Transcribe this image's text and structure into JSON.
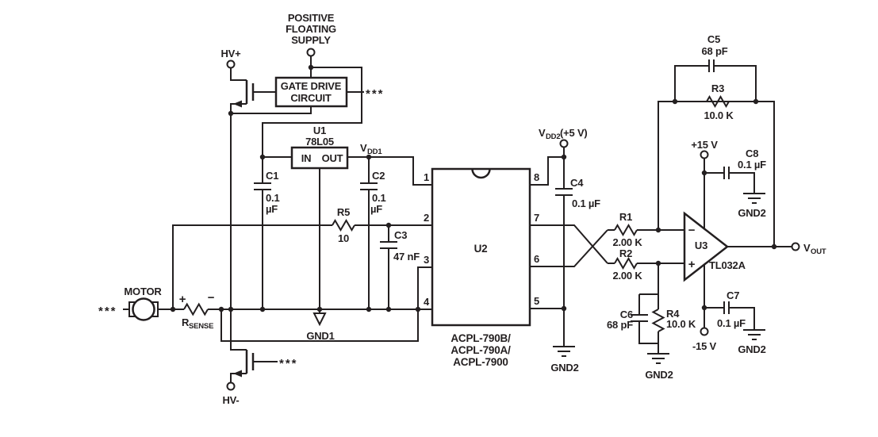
{
  "colors": {
    "ink": "#231f20",
    "background": "#ffffff"
  },
  "supply": {
    "line1": "POSITIVE",
    "line2": "FLOATING",
    "line3": "SUPPLY",
    "hv_plus": "HV+",
    "hv_minus": "HV-",
    "plus15": "+15 V",
    "minus15": "-15 V"
  },
  "rails": {
    "vdd1_base": "V",
    "vdd1_sub": "DD1",
    "vdd2_base": "V",
    "vdd2_sub": "DD2",
    "vdd2_note": "(+5 V)",
    "gnd1": "GND1",
    "gnd2": "GND2"
  },
  "gate_drive": {
    "line1": "GATE DRIVE",
    "line2": "CIRCUIT"
  },
  "u1": {
    "ref": "U1",
    "part": "78L05",
    "pin_in": "IN",
    "pin_out": "OUT"
  },
  "u2": {
    "ref": "U2",
    "part1": "ACPL-790B/",
    "part2": "ACPL-790A/",
    "part3": "ACPL-7900",
    "pin1": "1",
    "pin2": "2",
    "pin3": "3",
    "pin4": "4",
    "pin5": "5",
    "pin6": "6",
    "pin7": "7",
    "pin8": "8"
  },
  "u3": {
    "ref": "U3",
    "part": "TL032A",
    "inv": "−",
    "noninv": "+"
  },
  "caps": {
    "c1_ref": "C1",
    "c1_v1": "0.1",
    "c1_v2": "µF",
    "c2_ref": "C2",
    "c2_v1": "0.1",
    "c2_v2": "µF",
    "c3_ref": "C3",
    "c3_val": "47 nF",
    "c4_ref": "C4",
    "c4_val": "0.1 µF",
    "c5_ref": "C5",
    "c5_val": "68 pF",
    "c6_ref": "C6",
    "c6_val": "68 pF",
    "c7_ref": "C7",
    "c7_val": "0.1 µF",
    "c8_ref": "C8",
    "c8_val": "0.1 µF"
  },
  "res": {
    "r1_ref": "R1",
    "r1_val": "2.00 K",
    "r2_ref": "R2",
    "r2_val": "2.00 K",
    "r3_ref": "R3",
    "r3_val": "10.0 K",
    "r4_ref": "R4",
    "r4_val": "10.0 K",
    "r5_ref": "R5",
    "r5_val": "10",
    "rsense_base": "R",
    "rsense_sub": "SENSE"
  },
  "motor": {
    "label": "MOTOR",
    "plus": "+",
    "minus": "−"
  },
  "output": {
    "base": "V",
    "sub": "OUT"
  },
  "misc": {
    "asterisks": "***"
  }
}
